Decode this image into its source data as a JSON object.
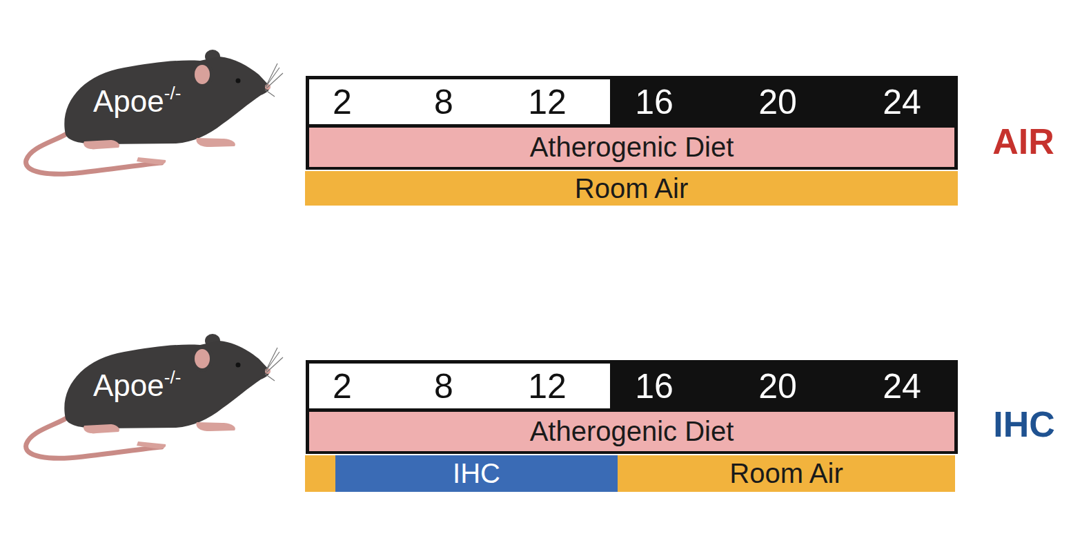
{
  "diagram": {
    "nodes": [
      {
        "text": [
          "Apoe",
          "-/-"
        ]
      },
      {
        "text": [
          "2",
          "8",
          "12"
        ]
      },
      {
        "text": [
          "16",
          "20",
          "24"
        ]
      },
      {
        "text": [
          "Atherogenic Diet"
        ]
      },
      {
        "text": [
          "Room Air"
        ]
      },
      {
        "text": [
          "Apoe",
          "-/-"
        ]
      },
      {
        "text": [
          "2",
          "8",
          "12"
        ]
      },
      {
        "text": [
          "16",
          "20",
          "24"
        ]
      },
      {
        "text": [
          "Atherogenic Diet"
        ]
      },
      {
        "text": [
          "IHC"
        ]
      },
      {
        "text": [
          "Room Air"
        ]
      }
    ],
    "labels": [
      "AIR",
      "IHC"
    ]
  }
}
